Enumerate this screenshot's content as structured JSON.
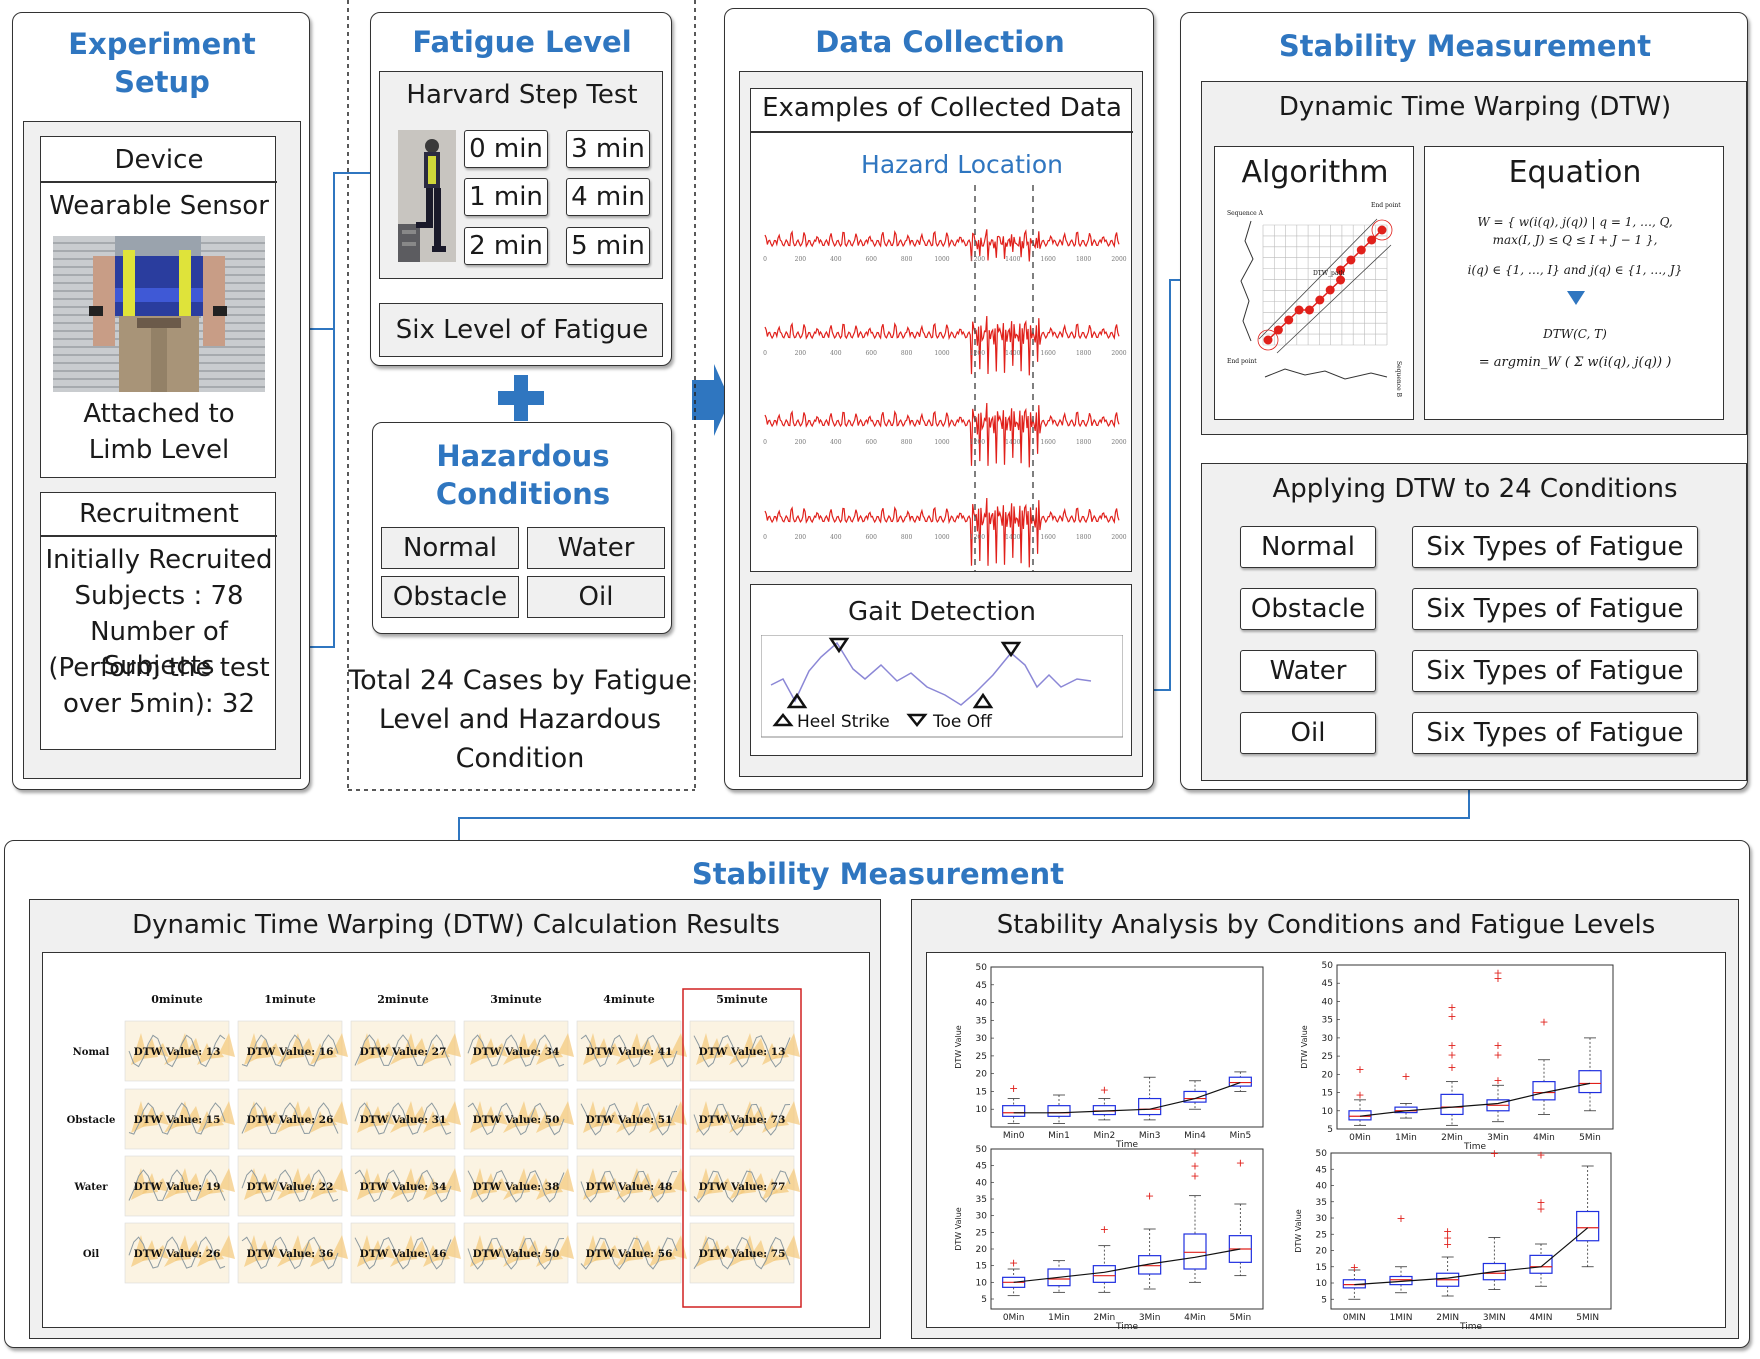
{
  "colors": {
    "accent": "#2f76c0",
    "signal": "#e0201b",
    "box_edge": "#1f2fe0",
    "wave_fill": "#f3c879",
    "gait_line": "#8b87d6"
  },
  "experiment_setup": {
    "title_line1": "Experiment",
    "title_line2": "Setup",
    "device_header": "Device",
    "device_name": "Wearable Sensor",
    "attach_line1": "Attached to",
    "attach_line2": "Limb Level",
    "recruitment_header": "Recruitment",
    "recruit_lines": [
      "Initially Recruited",
      "Subjects : 78",
      "Number of Subjects",
      "(Perform the test",
      "over 5min): 32"
    ]
  },
  "fatigue_level": {
    "title": "Fatigue Level",
    "test_name": "Harvard Step Test",
    "times": [
      "0 min",
      "3 min",
      "1 min",
      "4 min",
      "2 min",
      "5 min"
    ],
    "result": "Six Level of Fatigue"
  },
  "hazardous": {
    "title_line1": "Hazardous",
    "title_line2": "Conditions",
    "conditions": [
      "Normal",
      "Water",
      "Obstacle",
      "Oil"
    ],
    "total_lines": [
      "Total 24 Cases by Fatigue",
      "Level and Hazardous",
      "Condition"
    ]
  },
  "data_collection": {
    "title": "Data Collection",
    "examples_header": "Examples of Collected Data",
    "hazard_location": "Hazard Location",
    "x_ticks": [
      "0",
      "200",
      "400",
      "600",
      "800",
      "1000",
      "1200",
      "1400",
      "1600",
      "1800",
      "2000"
    ],
    "gait_title": "Gait Detection",
    "heel_strike": "Heel Strike",
    "toe_off": "Toe Off"
  },
  "stability_top": {
    "title": "Stability Measurement",
    "dtw_header": "Dynamic Time Warping (DTW)",
    "algorithm": "Algorithm",
    "equation": "Equation",
    "algo_labels": {
      "seq_a": "Sequence A",
      "seq_b": "Sequence B",
      "end_point": "End point",
      "end_point2": "End point",
      "dtw_path": "DTW_path"
    },
    "eq_lines": [
      "W = { w(i(q), j(q)) | q = 1, …, Q,",
      "max(I, J) ≤ Q ≤ I + J − 1 },",
      "i(q) ∈ {1, …, I} and j(q) ∈ {1, …, J}",
      "DTW(C, T)",
      "= argmin_W ( Σ w(i(q), j(q)) )"
    ],
    "apply_header": "Applying DTW to 24 Conditions",
    "rows": [
      {
        "cond": "Normal",
        "fatigue": "Six Types of Fatigue"
      },
      {
        "cond": "Obstacle",
        "fatigue": "Six Types of Fatigue"
      },
      {
        "cond": "Water",
        "fatigue": "Six Types of Fatigue"
      },
      {
        "cond": "Oil",
        "fatigue": "Six Types of Fatigue"
      }
    ]
  },
  "stability_bottom": {
    "title": "Stability Measurement",
    "dtw_results_header": "Dynamic Time Warping (DTW) Calculation Results",
    "analysis_header": "Stability Analysis by Conditions and Fatigue Levels"
  },
  "dtw_table": {
    "columns": [
      "0minute",
      "1minute",
      "2minute",
      "3minute",
      "4minute",
      "5minute"
    ],
    "rows": [
      "Nomal",
      "Obstacle",
      "Water",
      "Oil"
    ],
    "prefix": "DTW Value: ",
    "values": [
      [
        13,
        16,
        27,
        34,
        41,
        13
      ],
      [
        15,
        26,
        31,
        50,
        51,
        73
      ],
      [
        19,
        22,
        34,
        38,
        48,
        77
      ],
      [
        26,
        36,
        46,
        50,
        56,
        75
      ]
    ]
  },
  "chart_data": [
    {
      "type": "box",
      "ylabel": "DTW Value",
      "xlabel": "Time",
      "categories": [
        "Min0",
        "Min1",
        "Min2",
        "Min3",
        "Min4",
        "Min5"
      ],
      "yticks": [
        10,
        15,
        20,
        25,
        30,
        35,
        40,
        45,
        50
      ],
      "ylim": [
        5,
        50
      ],
      "boxes": [
        {
          "min": 6,
          "q1": 8,
          "median": 9,
          "q3": 11,
          "max": 13,
          "outliers": [
            16
          ]
        },
        {
          "min": 6,
          "q1": 8,
          "median": 9,
          "q3": 11,
          "max": 14,
          "outliers": []
        },
        {
          "min": 7,
          "q1": 8.5,
          "median": 9.5,
          "q3": 11,
          "max": 13,
          "outliers": [
            15.5
          ]
        },
        {
          "min": 7,
          "q1": 8.5,
          "median": 10,
          "q3": 13,
          "max": 19,
          "outliers": []
        },
        {
          "min": 10,
          "q1": 12,
          "median": 13,
          "q3": 15,
          "max": 18,
          "outliers": []
        },
        {
          "min": 15,
          "q1": 16.5,
          "median": 17.5,
          "q3": 19,
          "max": 20.5,
          "outliers": []
        }
      ],
      "mean_line": [
        9,
        9,
        9.5,
        10,
        13,
        17.5
      ]
    },
    {
      "type": "box",
      "ylabel": "DTW Value",
      "xlabel": "Time",
      "categories": [
        "0Min",
        "1Min",
        "2Min",
        "3Min",
        "4Min",
        "5Min"
      ],
      "yticks": [
        5,
        10,
        15,
        20,
        25,
        30,
        35,
        40,
        45,
        50
      ],
      "ylim": [
        5,
        50
      ],
      "boxes": [
        {
          "min": 6,
          "q1": 7.5,
          "median": 8.5,
          "q3": 10,
          "max": 13,
          "outliers": [
            14.5,
            21.5
          ]
        },
        {
          "min": 8,
          "q1": 9.5,
          "median": 10,
          "q3": 11,
          "max": 12,
          "outliers": [
            19.5
          ]
        },
        {
          "min": 6,
          "q1": 9,
          "median": 11,
          "q3": 14.5,
          "max": 18,
          "outliers": [
            22,
            25.5,
            28,
            36,
            38.5
          ]
        },
        {
          "min": 7,
          "q1": 10,
          "median": 11.5,
          "q3": 13,
          "max": 17,
          "outliers": [
            18.5,
            25.5,
            28,
            46.5,
            48
          ]
        },
        {
          "min": 9,
          "q1": 13,
          "median": 15,
          "q3": 18,
          "max": 24,
          "outliers": [
            34.5
          ]
        },
        {
          "min": 10,
          "q1": 15,
          "median": 17.5,
          "q3": 21,
          "max": 30,
          "outliers": []
        }
      ],
      "mean_line": [
        8.5,
        10,
        11,
        12,
        15,
        17.5
      ]
    },
    {
      "type": "box",
      "ylabel": "DTW Value",
      "xlabel": "Time",
      "categories": [
        "0Min",
        "1Min",
        "2Min",
        "3Min",
        "4Min",
        "5Min"
      ],
      "yticks": [
        5,
        10,
        15,
        20,
        25,
        30,
        35,
        40,
        45,
        50
      ],
      "ylim": [
        2,
        50
      ],
      "boxes": [
        {
          "min": 6,
          "q1": 8.5,
          "median": 10,
          "q3": 11.5,
          "max": 14,
          "outliers": [
            16
          ]
        },
        {
          "min": 7,
          "q1": 9,
          "median": 11,
          "q3": 14,
          "max": 16.5,
          "outliers": []
        },
        {
          "min": 7,
          "q1": 10,
          "median": 12,
          "q3": 15,
          "max": 21,
          "outliers": [
            26
          ]
        },
        {
          "min": 8,
          "q1": 12.5,
          "median": 15,
          "q3": 18,
          "max": 26,
          "outliers": [
            36
          ]
        },
        {
          "min": 10,
          "q1": 14,
          "median": 19,
          "q3": 24.5,
          "max": 36,
          "outliers": [
            42,
            45,
            49
          ]
        },
        {
          "min": 12,
          "q1": 16,
          "median": 20,
          "q3": 24,
          "max": 33.5,
          "outliers": [
            46
          ]
        }
      ],
      "mean_line": [
        10,
        11.5,
        13,
        15.5,
        17.5,
        20
      ]
    },
    {
      "type": "box",
      "ylabel": "DTW Value",
      "xlabel": "Time",
      "categories": [
        "0MIN",
        "1MIN",
        "2MIN",
        "3MIN",
        "4MIN",
        "5MIN"
      ],
      "yticks": [
        5,
        10,
        15,
        20,
        25,
        30,
        35,
        40,
        45,
        50
      ],
      "ylim": [
        2,
        50
      ],
      "boxes": [
        {
          "min": 5,
          "q1": 8.5,
          "median": 9.5,
          "q3": 11,
          "max": 14,
          "outliers": [
            15
          ]
        },
        {
          "min": 7,
          "q1": 9.5,
          "median": 11,
          "q3": 12,
          "max": 15,
          "outliers": [
            30
          ]
        },
        {
          "min": 6,
          "q1": 9,
          "median": 11,
          "q3": 13,
          "max": 18,
          "outliers": [
            22,
            24,
            26
          ]
        },
        {
          "min": 8,
          "q1": 11,
          "median": 13,
          "q3": 16,
          "max": 24,
          "outliers": [
            50
          ]
        },
        {
          "min": 9,
          "q1": 13,
          "median": 15,
          "q3": 18.5,
          "max": 22,
          "outliers": [
            33,
            35,
            49.5
          ]
        },
        {
          "min": 15,
          "q1": 23,
          "median": 27,
          "q3": 32,
          "max": 46,
          "outliers": []
        }
      ],
      "mean_line": [
        9.5,
        10.5,
        11.5,
        13.5,
        15,
        27
      ]
    }
  ]
}
